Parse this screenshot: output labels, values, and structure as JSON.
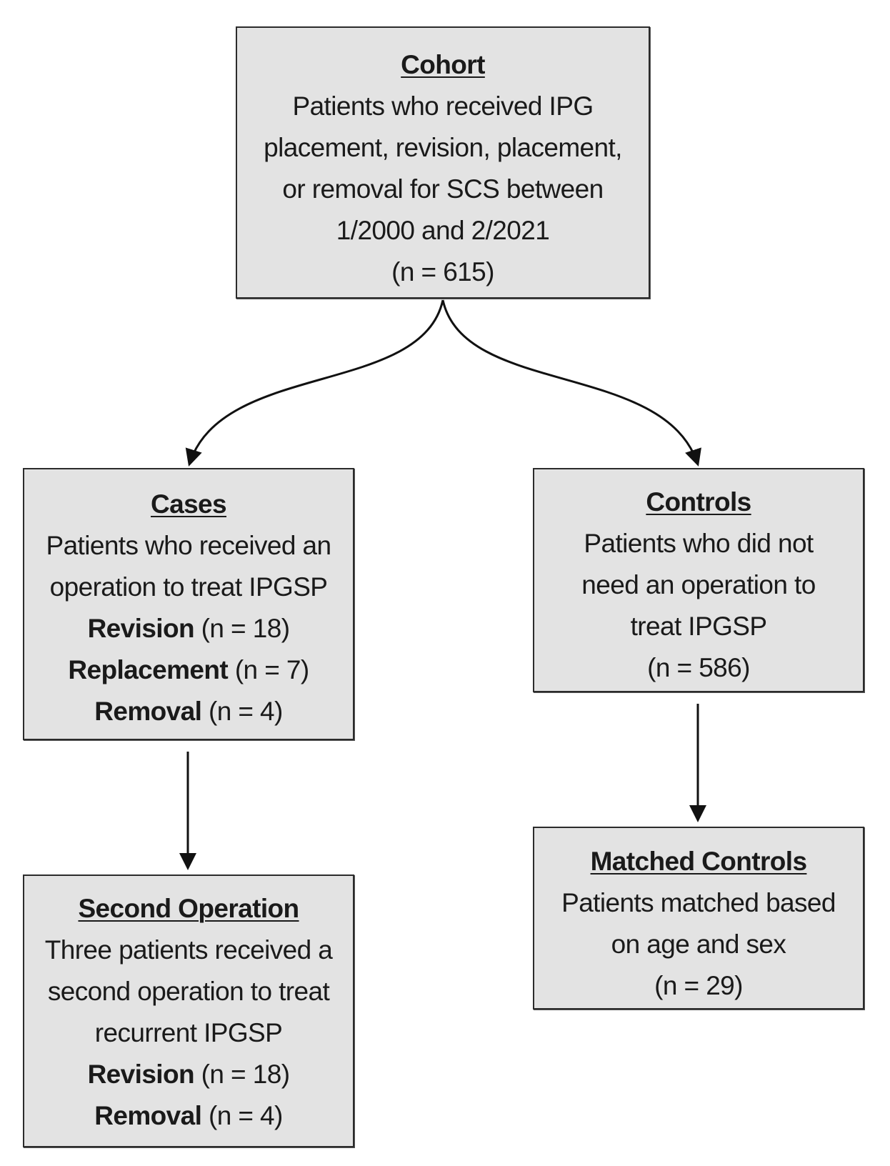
{
  "cohort": {
    "title": "Cohort",
    "lines": [
      "Patients who received IPG",
      "placement, revision, placement,",
      "or removal for SCS between",
      "1/2000 and 2/2021",
      "(n = 615)"
    ]
  },
  "cases": {
    "title": "Cases",
    "lines": [
      "Patients who received an",
      "operation to treat IPGSP"
    ],
    "items": [
      {
        "label": "Revision",
        "count": "(n = 18)"
      },
      {
        "label": "Replacement",
        "count": "(n = 7)"
      },
      {
        "label": "Removal",
        "count": "(n = 4)"
      }
    ]
  },
  "controls": {
    "title": "Controls",
    "lines": [
      "Patients who did not",
      "need an operation to",
      "treat IPGSP",
      "(n = 586)"
    ]
  },
  "second_operation": {
    "title": "Second Operation",
    "lines": [
      "Three patients received a",
      "second operation to treat",
      "recurrent IPGSP"
    ],
    "items": [
      {
        "label": "Revision",
        "count": "(n = 18)"
      },
      {
        "label": "Removal",
        "count": "(n = 4)"
      }
    ]
  },
  "matched_controls": {
    "title": "Matched Controls",
    "lines": [
      "Patients matched based",
      "on age and sex",
      "(n = 29)"
    ]
  }
}
